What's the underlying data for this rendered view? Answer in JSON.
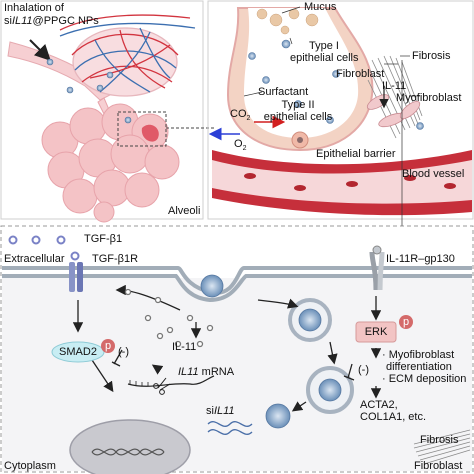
{
  "top_panel": {
    "inhalation_line1": "Inhalation of",
    "inhalation_line2_prefix": "si",
    "inhalation_line2_gene": "IL11",
    "inhalation_line2_suffix": "@PPGC NPs",
    "alveoli": "Alveoli",
    "mucus": "Mucus",
    "type1_cells_line1": "Type I",
    "type1_cells_line2": "epithelial cells",
    "surfactant": "Surfactant",
    "type2_cells_line1": "Type II",
    "type2_cells_line2": "epithelial cells",
    "co2": "CO",
    "co2_sub": "2",
    "o2": "O",
    "o2_sub": "2",
    "fibroblast": "Fibroblast",
    "fibrosis": "Fibrosis",
    "il11": "IL-11",
    "myofibroblast": "Myofibroblast",
    "epithelial_barrier": "Epithelial barrier",
    "blood_vessel": "Blood vessel"
  },
  "bottom_panel": {
    "tgf_b1": "TGF-β1",
    "tgf_b1r": "TGF-β1R",
    "extracellular": "Extracellular",
    "il11r": "IL-11R–gp130",
    "smad2": "SMAD2",
    "p_badge_smad": "p",
    "erk": "ERK",
    "p_badge_erk": "p",
    "inhibit_left": "(-)",
    "il11_label": "IL-11",
    "il11_mrna_gene": "IL11",
    "il11_mrna_suffix": " mRNA",
    "sil11_prefix": "si",
    "sil11_gene": "IL11",
    "inhibit_right": "(-)",
    "myo_diff_line1": "· Myofibroblast",
    "myo_diff_line2": "differentiation",
    "ecm_deposition": "· ECM deposition",
    "acta2_line1": "ACTA2,",
    "acta2_line2": "COL1A1, etc.",
    "fibrosis": "Fibrosis",
    "cytoplasm": "Cytoplasm",
    "fibroblast": "Fibroblast"
  },
  "colors": {
    "tissue_pink": "#f4c6c8",
    "vessel_red": "#c0303a",
    "membrane": "#9aa5b0",
    "np_blue": "#6a8fb8",
    "badge_red": "#d46a6a",
    "smad_cyan": "#bfe9f1",
    "erk_pink": "#f2c4c4",
    "nucleus_grey": "#c9c9cf"
  }
}
